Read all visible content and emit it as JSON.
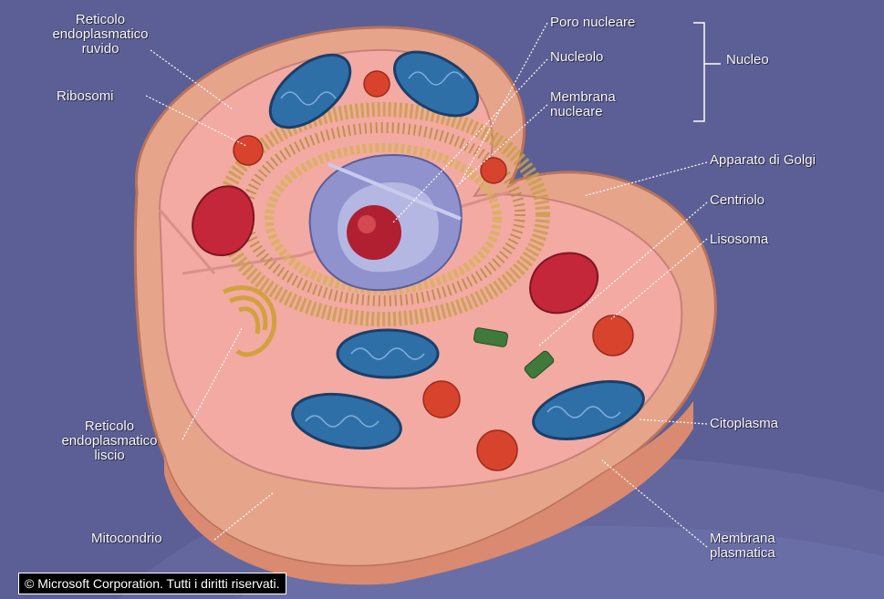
{
  "labels": {
    "rer_l1": "Reticolo",
    "rer_l2": "endoplasmatico",
    "rer_l3": "ruvido",
    "ribosome": "Ribosomi",
    "nucleolus": "Poro nucleare",
    "nucleolo": "Nucleolo",
    "nuc_membrane_l1": "Membrana",
    "nuc_membrane_l2": "nucleare",
    "nucleus": "Nucleo",
    "golgi": "Apparato di Golgi",
    "centriole": "Centriolo",
    "lysosome": "Lisosoma",
    "ser_l1": "Reticolo",
    "ser_l2": "endoplasmatico",
    "ser_l3": "liscio",
    "cytoplasm": "Citoplasma",
    "mitochondria": "Mitocondrio",
    "plasma_membrane_l1": "Membrana",
    "plasma_membrane_l2": "plasmatica"
  },
  "copyright": "© Microsoft Corporation. Tutti i diritti riservati.",
  "colors": {
    "background": "#5c5f95",
    "cell_outer": "#e8a48c",
    "cytoplasm": "#f0a8a0",
    "mitochondria": "#2f6fa8",
    "nucleus": "#8d8fc9",
    "nucleolus": "#b0202a",
    "golgi": "#d4b04a",
    "vesicle": "#d8402c",
    "lysosome": "#c8283a"
  }
}
